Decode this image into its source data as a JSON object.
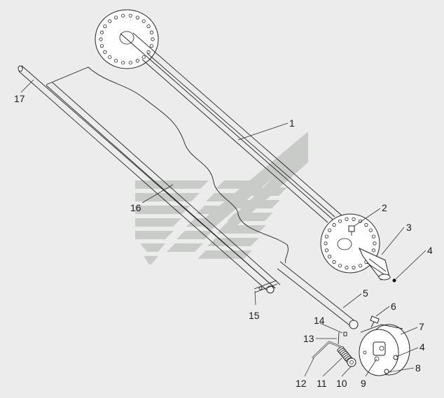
{
  "diagram": {
    "callouts": [
      {
        "id": "c1",
        "text": "1"
      },
      {
        "id": "c2",
        "text": "2"
      },
      {
        "id": "c3",
        "text": "3"
      },
      {
        "id": "c4a",
        "text": "4"
      },
      {
        "id": "c5",
        "text": "5"
      },
      {
        "id": "c6",
        "text": "6"
      },
      {
        "id": "c7",
        "text": "7"
      },
      {
        "id": "c4b",
        "text": "4"
      },
      {
        "id": "c8",
        "text": "8"
      },
      {
        "id": "c9",
        "text": "9"
      },
      {
        "id": "c10",
        "text": "10"
      },
      {
        "id": "c11",
        "text": "11"
      },
      {
        "id": "c12",
        "text": "12"
      },
      {
        "id": "c13",
        "text": "13"
      },
      {
        "id": "c14",
        "text": "14"
      },
      {
        "id": "c15",
        "text": "15"
      },
      {
        "id": "c16",
        "text": "16"
      },
      {
        "id": "c17",
        "text": "17"
      }
    ]
  },
  "colors": {
    "background": "#ececec",
    "line": "#222222",
    "watermark": "#c9cbc9"
  },
  "icons": {
    "watermark": "logo-watermark-icon"
  }
}
